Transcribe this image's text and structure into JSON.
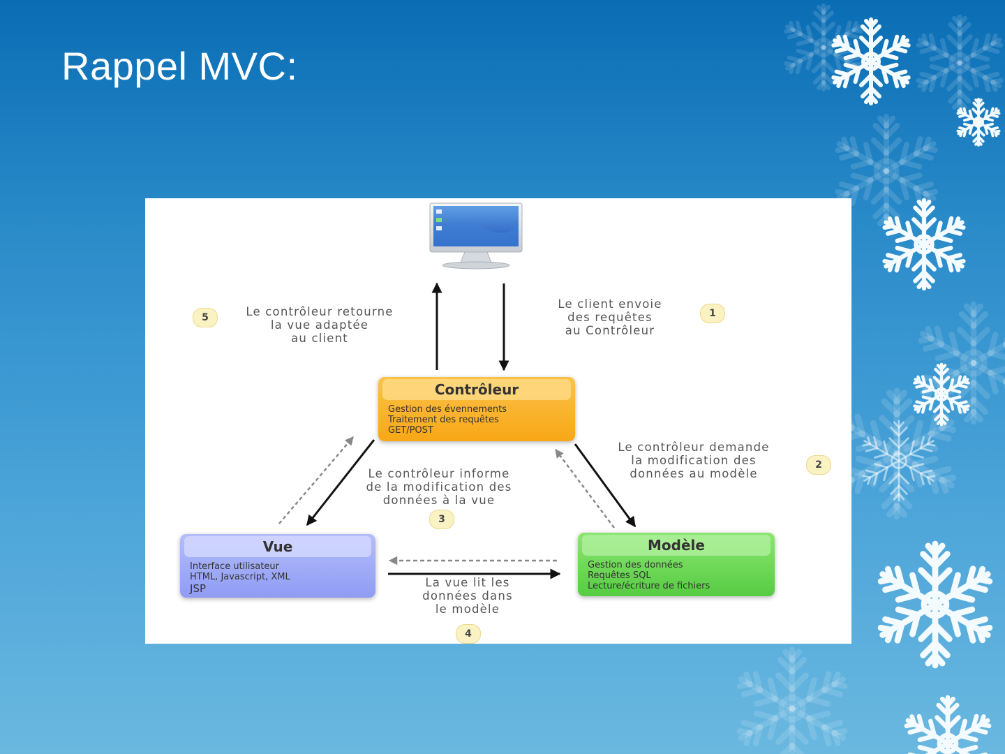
{
  "slide": {
    "title": "Rappel MVC:"
  },
  "diagram": {
    "client_icon": "computer-monitor-icon",
    "decoration_icon": "snowflake-icon",
    "nodes": [
      {
        "id": "controleur",
        "title": "Contrôleur",
        "lines": [
          "Gestion des évennements",
          "Traitement des requêtes",
          "GET/POST"
        ],
        "color": "#f8b02a"
      },
      {
        "id": "vue",
        "title": "Vue",
        "lines": [
          "Interface utilisateur",
          "HTML, Javascript, XML",
          "JSP"
        ],
        "color": "#a3adf8"
      },
      {
        "id": "modele",
        "title": "Modèle",
        "lines": [
          "Gestion des données",
          "Requêtes SQL",
          "Lecture/écriture de fichiers"
        ],
        "color": "#6fd856"
      }
    ],
    "steps": [
      {
        "number": "1",
        "lines": [
          "Le client envoie",
          "des requêtes",
          "au Contrôleur"
        ]
      },
      {
        "number": "2",
        "lines": [
          "Le contrôleur demande",
          "la modification des",
          "données au modèle"
        ]
      },
      {
        "number": "3",
        "lines": [
          "Le contrôleur informe",
          "de la modification des",
          "données à la vue"
        ]
      },
      {
        "number": "4",
        "lines": [
          "La vue lit les",
          "données dans",
          "le modèle"
        ]
      },
      {
        "number": "5",
        "lines": [
          "Le contrôleur retourne",
          "la vue adaptée",
          "au client"
        ]
      }
    ],
    "colors": {
      "step_badge": "#fbf2c4",
      "solid_arrow": "#111111",
      "dashed_arrow": "#888888"
    }
  }
}
